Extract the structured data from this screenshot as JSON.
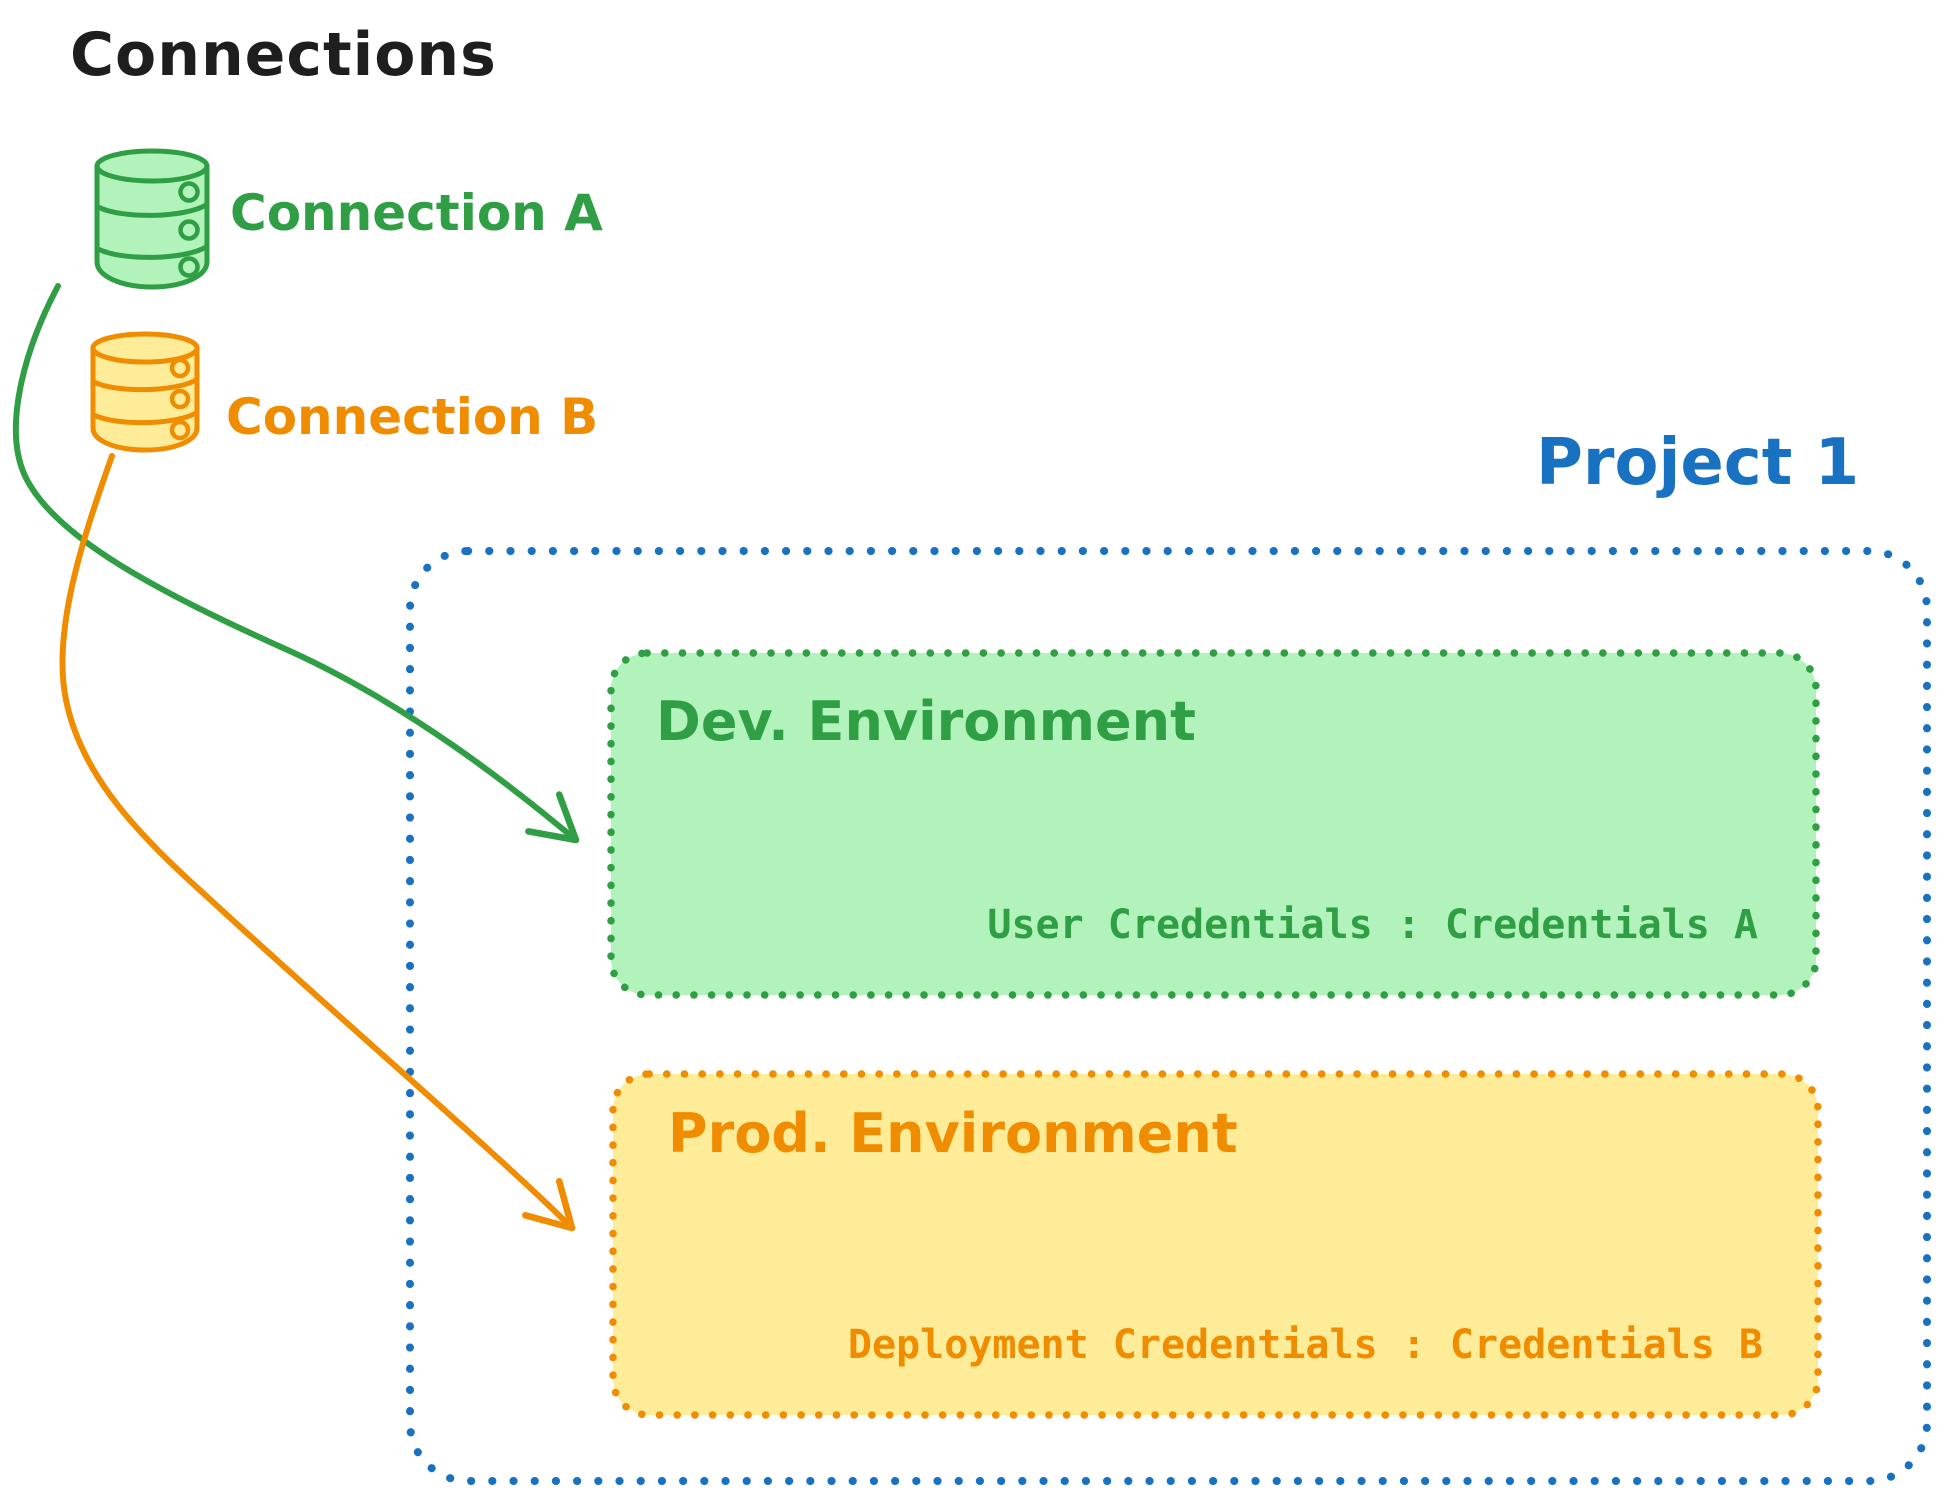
{
  "title": "Connections",
  "palette": {
    "ink": "#1e1e1e",
    "green_stroke": "#2f9e44",
    "green_fill": "#b2f2bb",
    "orange_stroke": "#f08c00",
    "orange_fill": "#ffec99",
    "blue_stroke": "#1971c2"
  },
  "connections": [
    {
      "label": "Connection A",
      "icon": "database-icon",
      "color": "#2f9e44"
    },
    {
      "label": "Connection B",
      "icon": "database-icon",
      "color": "#f08c00"
    }
  ],
  "project": {
    "label": "Project 1",
    "color": "#1971c2",
    "environments": [
      {
        "name": "Dev. Environment",
        "credentials": "User Credentials : Credentials A",
        "stroke": "#2f9e44",
        "fill": "#b2f2bb"
      },
      {
        "name": "Prod. Environment",
        "credentials": "Deployment Credentials : Credentials B",
        "stroke": "#f08c00",
        "fill": "#ffec99"
      }
    ]
  },
  "arrows": [
    {
      "from": "Connection A",
      "to": "Dev. Environment",
      "color": "#2f9e44"
    },
    {
      "from": "Connection B",
      "to": "Prod. Environment",
      "color": "#f08c00"
    }
  ]
}
